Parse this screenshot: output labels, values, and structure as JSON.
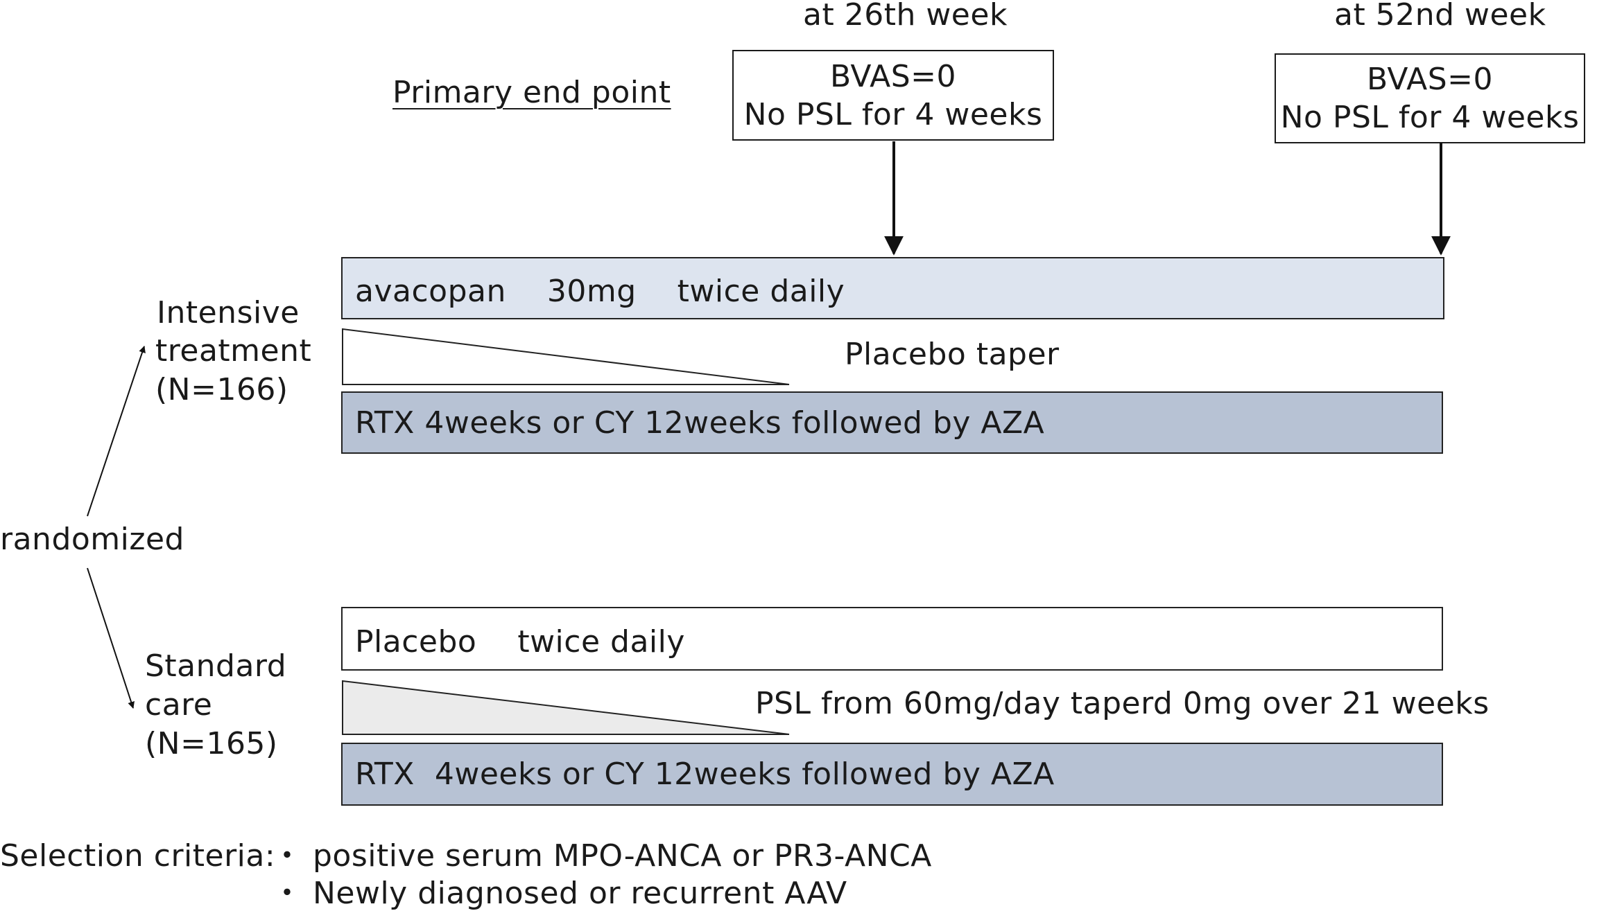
{
  "header": {
    "week26_label": "at 26th week",
    "week52_label": "at 52nd week",
    "primary_end_point": "Primary end point",
    "endpoint_box_26": {
      "line1": "BVAS=0",
      "line2": "No PSL for 4 weeks"
    },
    "endpoint_box_52": {
      "line1": "BVAS=0",
      "line2": "No PSL for 4 weeks"
    }
  },
  "randomized_label": "randomized",
  "intensive": {
    "group_line1": "Intensive",
    "group_line2": "treatment",
    "group_line3": "(N=166)",
    "avacopan_bar": "avacopan　 30mg　 twice daily",
    "taper_label": "Placebo taper",
    "immuno_bar": "RTX 4weeks or CY 12weeks followed by AZA"
  },
  "standard": {
    "group_line1": "Standard",
    "group_line2": "care",
    "group_line3": "(N=165)",
    "placebo_bar": "Placebo　 twice daily",
    "taper_label": "PSL from 60mg/day taperd 0mg over 21 weeks",
    "immuno_bar": "RTX  4weeks or CY 12weeks followed by AZA"
  },
  "selection": {
    "label": "Selection criteria:",
    "items": [
      "・ positive serum MPO-ANCA or PR3-ANCA",
      "・ Newly diagnosed or recurrent AAV"
    ]
  },
  "colors": {
    "avacopan_fill": "#dde4ef",
    "immuno_fill": "#b7c2d4",
    "standard_taper_fill": "#ebebeb"
  }
}
